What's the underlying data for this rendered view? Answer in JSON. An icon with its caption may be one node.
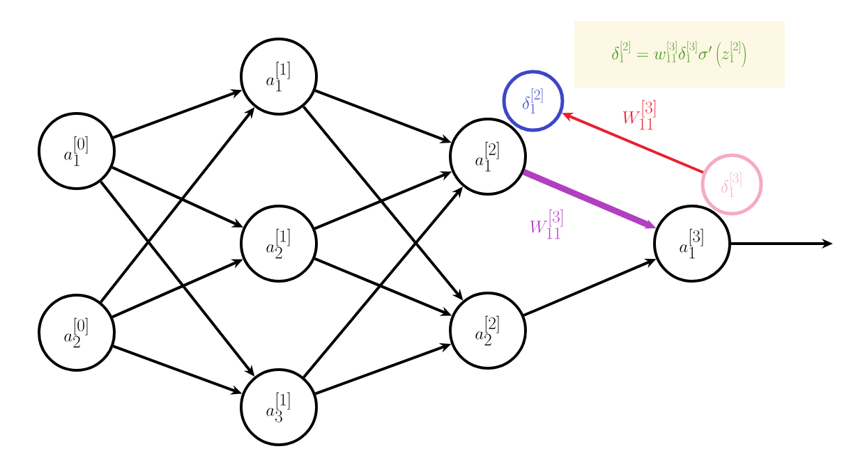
{
  "diagram": {
    "nodes": [
      {
        "text": [
          "a_1^{[0]}"
        ]
      },
      {
        "text": [
          "a_2^{[0]}"
        ]
      },
      {
        "text": [
          "a_1^{[1]}"
        ]
      },
      {
        "text": [
          "a_2^{[1]}"
        ]
      },
      {
        "text": [
          "a_3^{[1]}"
        ]
      },
      {
        "text": [
          "a_1^{[2]}"
        ]
      },
      {
        "text": [
          "a_2^{[2]}"
        ]
      },
      {
        "text": [
          "a_1^{[3]}"
        ]
      },
      {
        "text": [
          "\\delta_1^{[2]}"
        ]
      },
      {
        "text": [
          "\\delta_1^{[3]}"
        ]
      },
      {
        "text": [
          "\\delta_1^{[2]} = w_{11}^{[3]}\\delta_1^{[3]}\\sigma'\\left(z_1^{[2]}\\right)"
        ]
      }
    ],
    "edges": [
      {
        "from": 0,
        "to": 2,
        "arrow": "to"
      },
      {
        "from": 0,
        "to": 3,
        "arrow": "to"
      },
      {
        "from": 0,
        "to": 4,
        "arrow": "to"
      },
      {
        "from": 1,
        "to": 2,
        "arrow": "to"
      },
      {
        "from": 1,
        "to": 3,
        "arrow": "to"
      },
      {
        "from": 1,
        "to": 4,
        "arrow": "to"
      },
      {
        "from": 2,
        "to": 5,
        "arrow": "to"
      },
      {
        "from": 2,
        "to": 6,
        "arrow": "to"
      },
      {
        "from": 3,
        "to": 5,
        "arrow": "to"
      },
      {
        "from": 3,
        "to": 6,
        "arrow": "to"
      },
      {
        "from": 4,
        "to": 5,
        "arrow": "to"
      },
      {
        "from": 4,
        "to": 6,
        "arrow": "to"
      },
      {
        "from": 5,
        "to": 7,
        "arrow": "to",
        "label": "W_{11}^{[3]}",
        "style": "thick",
        "color": "#b040c0"
      },
      {
        "from": 6,
        "to": 7,
        "arrow": "to"
      },
      {
        "from": 7,
        "to": null,
        "arrow": "to"
      },
      {
        "from": 9,
        "to": 8,
        "arrow": "to",
        "label": "W_{11}^{[3]}",
        "color": "#e82030"
      }
    ]
  }
}
